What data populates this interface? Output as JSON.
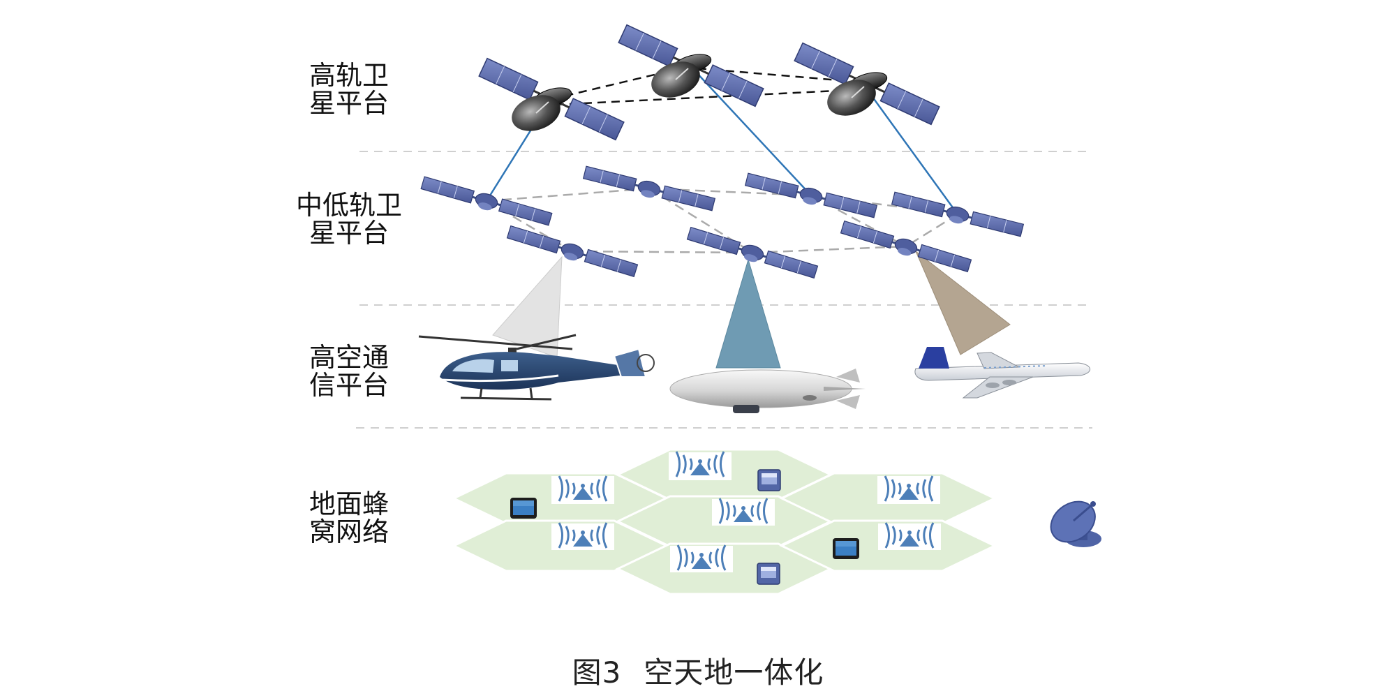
{
  "layers": {
    "high_orbit": {
      "line1": "高轨卫",
      "line2": "星平台"
    },
    "mid_low_orbit": {
      "line1": "中低轨卫",
      "line2": "星平台"
    },
    "high_altitude": {
      "line1": "高空通",
      "line2": "信平台"
    },
    "ground": {
      "line1": "地面蜂",
      "line2": "窝网络"
    }
  },
  "caption": {
    "figure_number": "图3",
    "title": "空天地一体化"
  },
  "colors": {
    "solar_panel": "#5b6aa8",
    "solar_panel_edge": "#2f3b72",
    "dish": "#2a2a2a",
    "feeder_link": "#2e75b6",
    "isl_high": "#111111",
    "isl_low": "#aaaaaa",
    "separator": "#cfcfcf",
    "beam_grey": "#e3e3e3",
    "beam_teal": "#6f9bb3",
    "beam_tan": "#b4a591",
    "hex_cell": "#e0eed6",
    "hex_edge": "#ffffff",
    "signal": "#4d7fb8",
    "ground_dish": "#4f64a6"
  },
  "icons": {
    "high_orbit_satellite": "satellite-with-dish-icon",
    "low_orbit_satellite": "satellite-icon",
    "helicopter": "helicopter-icon",
    "airship": "airship-icon",
    "airplane": "airplane-icon",
    "base_station": "wifi-tower-icon",
    "terminal": "tablet-icon",
    "ground_station": "satellite-dish-icon"
  }
}
